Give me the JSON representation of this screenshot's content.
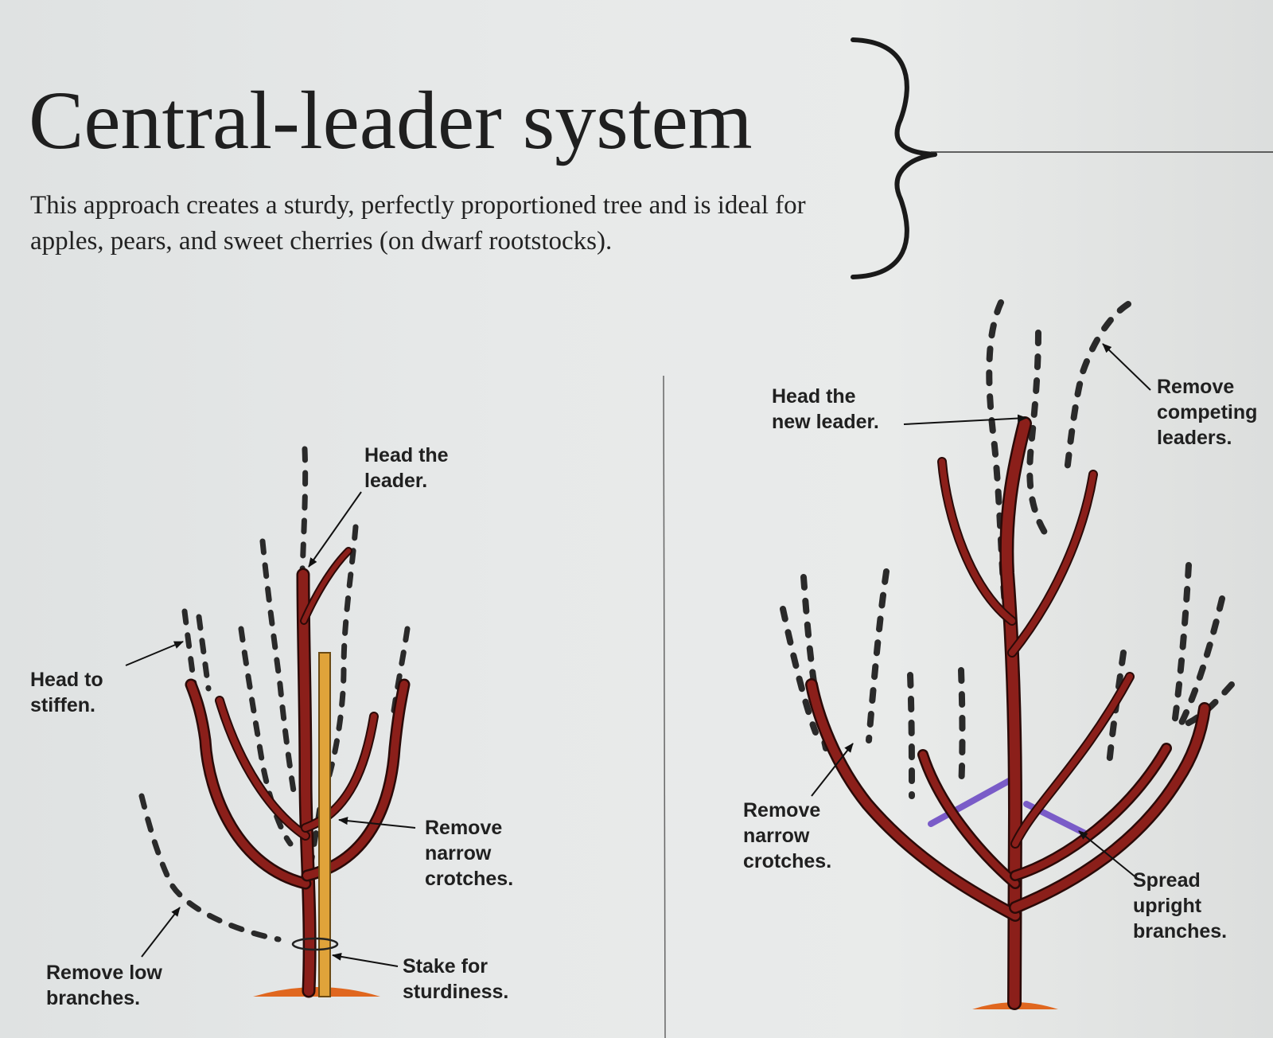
{
  "header": {
    "title": "Central-leader system",
    "subtitle": "This approach creates a sturdy, perfectly proportioned tree and is ideal for apples, pears, and sweet cherries (on dwarf rootstocks)."
  },
  "left_tree": {
    "labels": {
      "head_leader": "Head the\nleader.",
      "head_stiffen": "Head to\nstiffen.",
      "remove_narrow": "Remove\nnarrow\ncrotches.",
      "remove_low": "Remove low\nbranches.",
      "stake": "Stake for\nsturdiness."
    }
  },
  "right_tree": {
    "labels": {
      "head_new_leader": "Head the\nnew leader.",
      "remove_competing": "Remove\ncompeting\nleaders.",
      "remove_narrow": "Remove\nnarrow\ncrotches.",
      "spread": "Spread\nupright\nbranches."
    }
  },
  "colors": {
    "trunk": "#8b1f1a",
    "trunk_outline": "#2a0a08",
    "stake": "#e0a33a",
    "spreader": "#7a5cc8",
    "ground": "#e0671f",
    "pruned_dash": "#2a2a2a"
  }
}
